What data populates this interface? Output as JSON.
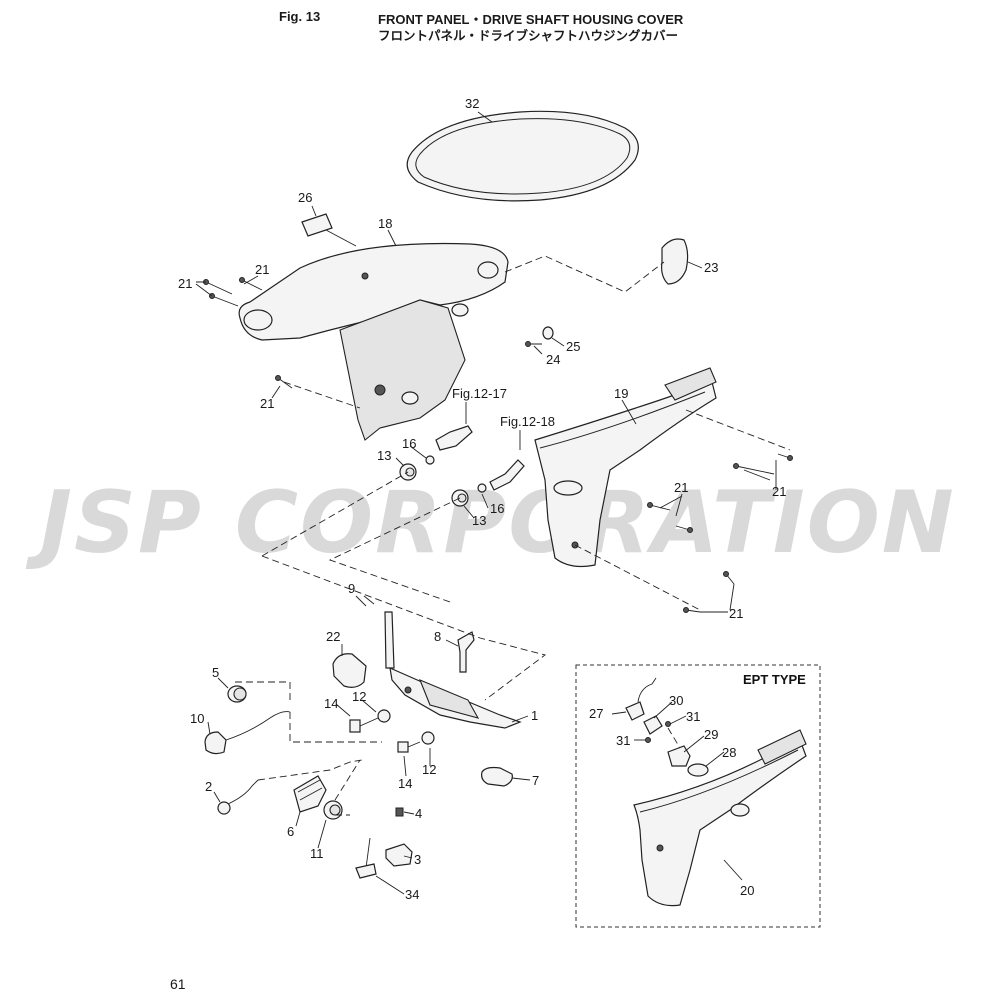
{
  "header": {
    "fig": "Fig. 13",
    "title_en": "FRONT PANEL・DRIVE SHAFT HOUSING COVER",
    "title_jp": "フロントパネル・ドライブシャフトハウジングカバー"
  },
  "page_number": "61",
  "watermark": "JSP CORPORATION",
  "ept_label": "EPT TYPE",
  "references": {
    "fig_12_17": "Fig.12-17",
    "fig_12_18": "Fig.12-18"
  },
  "callouts": {
    "c32": "32",
    "c26": "26",
    "c18": "18",
    "c21_a": "21",
    "c21_b": "21",
    "c21_c": "21",
    "c21_d": "21",
    "c21_e": "21",
    "c21_f": "21",
    "c23": "23",
    "c25": "25",
    "c24": "24",
    "c19": "19",
    "c16_a": "16",
    "c16_b": "16",
    "c13_a": "13",
    "c13_b": "13",
    "c9": "9",
    "c8": "8",
    "c22": "22",
    "c5": "5",
    "c12_a": "12",
    "c12_b": "12",
    "c14_a": "14",
    "c14_b": "14",
    "c1": "1",
    "c10": "10",
    "c7": "7",
    "c2": "2",
    "c4": "4",
    "c6": "6",
    "c11": "11",
    "c3": "3",
    "c34": "34",
    "c27": "27",
    "c30": "30",
    "c31_a": "31",
    "c31_b": "31",
    "c29": "29",
    "c28": "28",
    "c20": "20"
  },
  "colors": {
    "line": "#222222",
    "part_fill": "#f4f4f4",
    "watermark": "#d9d9d9"
  }
}
